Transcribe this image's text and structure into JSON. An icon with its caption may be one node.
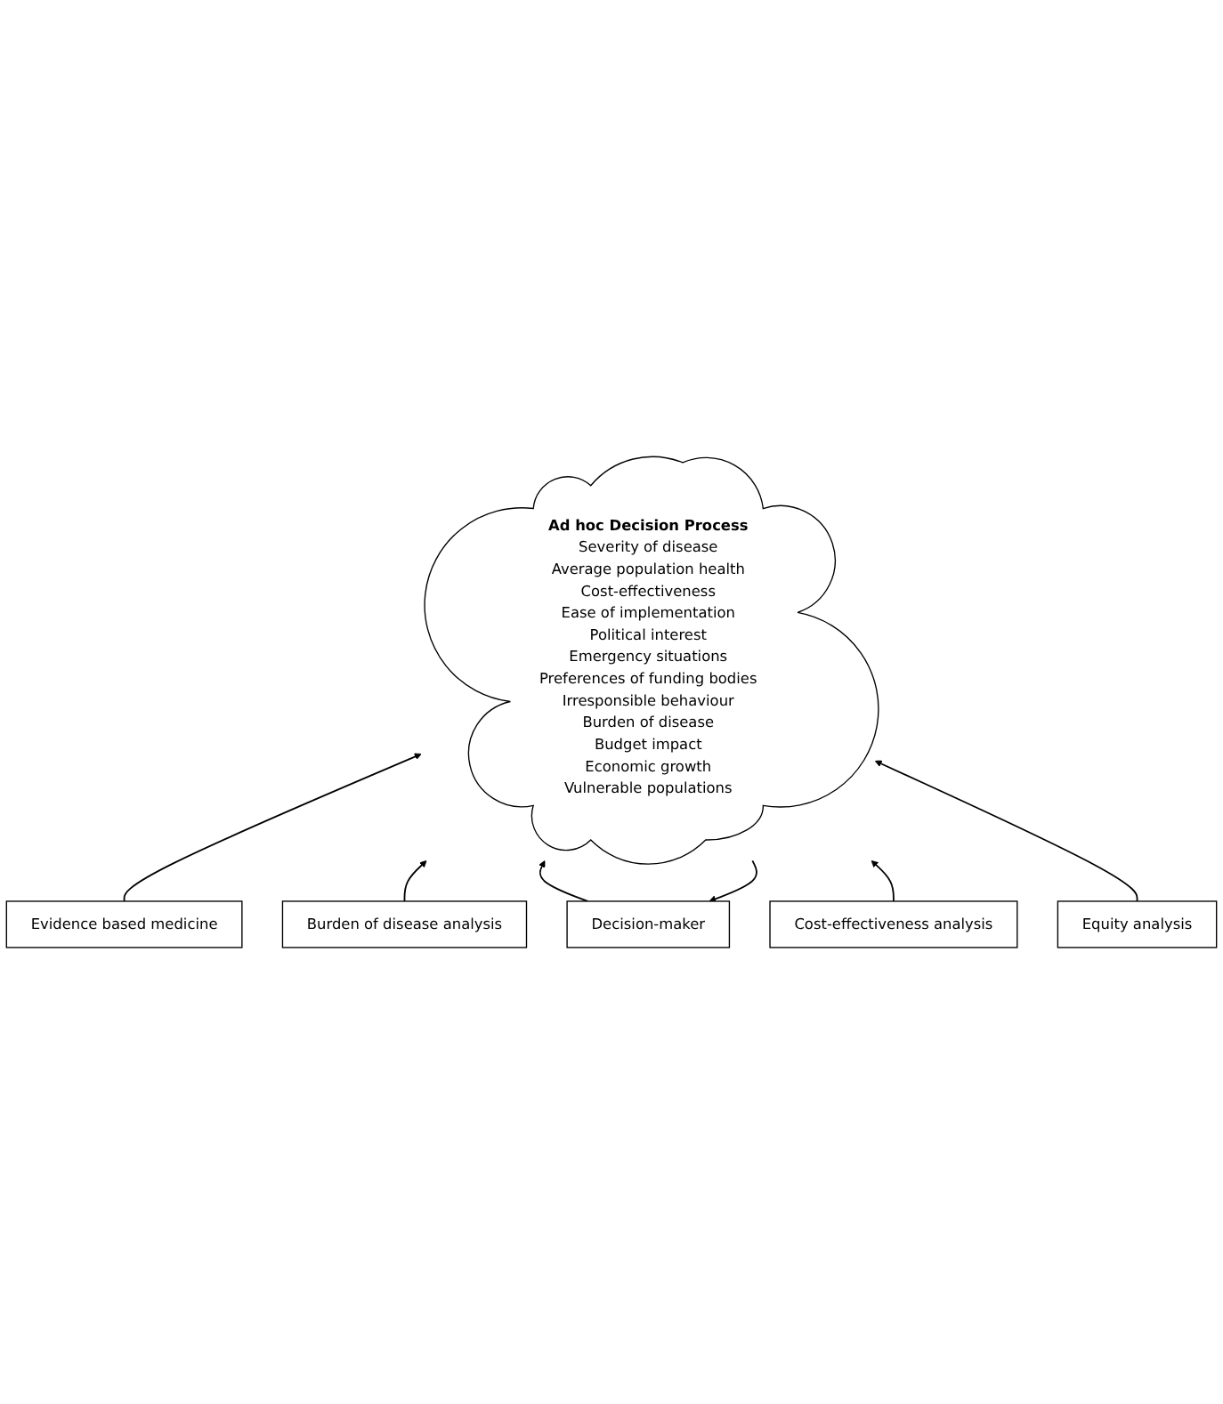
{
  "diagram": {
    "nodes": [
      {
        "text": [
          "Decision-maker"
        ]
      },
      {
        "text": [
          "Ad hoc Decision Process",
          "Severity of disease",
          "Average population health",
          "Cost-effectiveness",
          "Ease of implementation",
          "Political interest",
          "Emergency situations",
          "Preferences of funding bodies",
          "Irresponsible behaviour",
          "Burden of disease",
          "Budget impact",
          "Economic growth",
          "Vulnerable populations"
        ]
      },
      {
        "text": [
          "Evidence based medicine"
        ]
      },
      {
        "text": [
          "Burden of disease analysis"
        ]
      },
      {
        "text": [
          "Cost-effectiveness analysis"
        ]
      },
      {
        "text": [
          "Equity analysis"
        ]
      }
    ],
    "edges": [
      {
        "from": 1,
        "to": 0,
        "arrow": "to"
      },
      {
        "from": 0,
        "to": 1,
        "arrow": "to"
      },
      {
        "from": 2,
        "to": 1,
        "arrow": "to"
      },
      {
        "from": 3,
        "to": 1,
        "arrow": "to"
      },
      {
        "from": 4,
        "to": 1,
        "arrow": "to"
      },
      {
        "from": 5,
        "to": 1,
        "arrow": "to"
      }
    ]
  }
}
